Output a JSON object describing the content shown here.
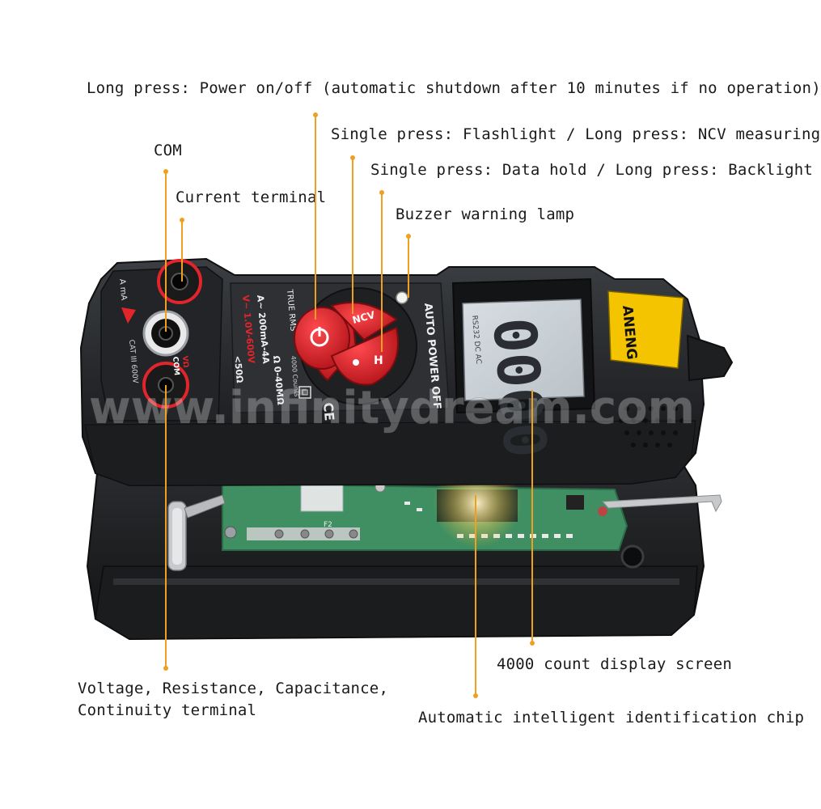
{
  "callouts": {
    "power": "Long press: Power on/off (automatic shutdown after 10 minutes if no operation)",
    "flashlight": "Single press: Flashlight / Long press: NCV measuring",
    "data_hold": "Single press: Data hold / Long press: Backlight",
    "com": "COM",
    "current": "Current terminal",
    "buzzer": "Buzzer warning lamp",
    "voltage_line1": "Voltage, Resistance, Capacitance,",
    "voltage_line2": "Continuity terminal",
    "display": "4000 count display screen",
    "chip": "Automatic intelligent identification chip"
  },
  "device": {
    "brand": "ANENG",
    "auto_power_off": "AUTO POWER OFF",
    "true_rms": "TRUE RMS",
    "ncv": "NCV",
    "hold_symbol": "H",
    "counts": "4000 Counts",
    "ce_mark": "CE",
    "terminal_a": "A mA",
    "terminal_com": "COM",
    "terminal_v": "VΩ",
    "cat": "CAT III 600V",
    "spec_v": "V~ 1.0V-600V",
    "spec_a": "A~ 200mA-4A",
    "spec_r": "Ω 0-40MΩ",
    "spec_cont": "<50Ω",
    "lcd_digits": "0000",
    "lcd_top": "RS232 DC AC",
    "watermark": "www.infinitydream.com",
    "pcb_f2": "F2"
  },
  "colors": {
    "leader": "#f0a020",
    "accent_red": "#e2242b",
    "brand_yellow": "#f5c400",
    "body_dark": "#2b2d30",
    "pcb_green": "#3f8f62"
  }
}
